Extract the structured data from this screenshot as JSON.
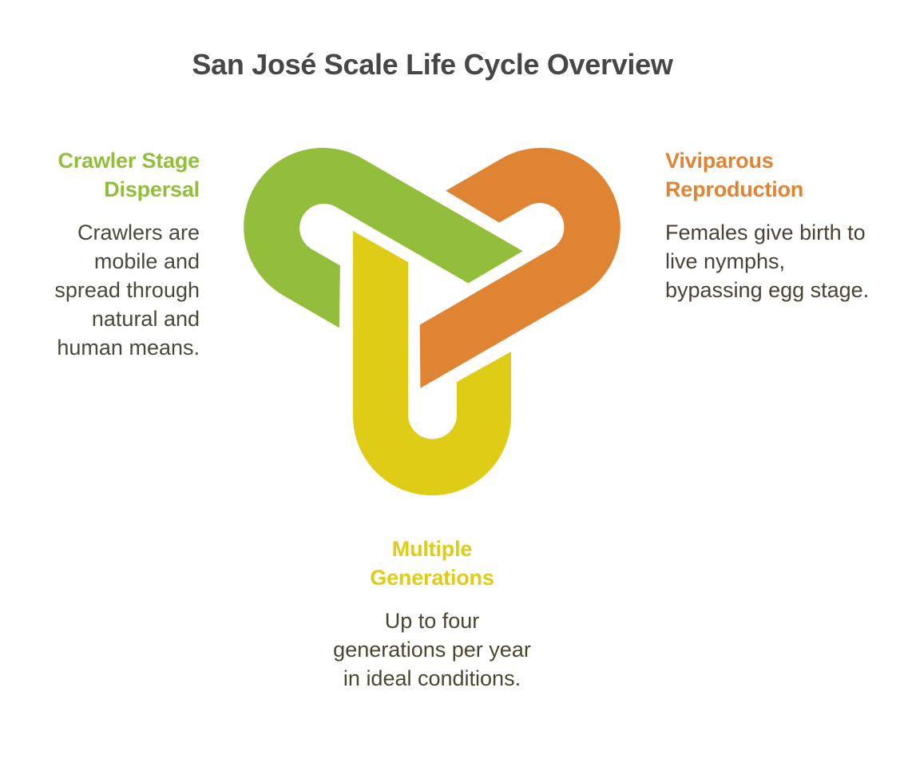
{
  "title": "San José Scale Life Cycle Overview",
  "colors": {
    "green": "#93BE3B",
    "orange": "#DF8433",
    "yellow": "#DFCC17",
    "title": "#474747"
  },
  "stages": {
    "crawler": {
      "heading_line1": "Crawler Stage",
      "heading_line2": "Dispersal",
      "description": "Crawlers are mobile and spread through natural and human means."
    },
    "viviparous": {
      "heading_line1": "Viviparous",
      "heading_line2": "Reproduction",
      "description": "Females give birth to live nymphs, bypassing egg stage."
    },
    "generations": {
      "heading_line1": "Multiple",
      "heading_line2": "Generations",
      "description": "Up to four generations per year in ideal conditions."
    }
  }
}
